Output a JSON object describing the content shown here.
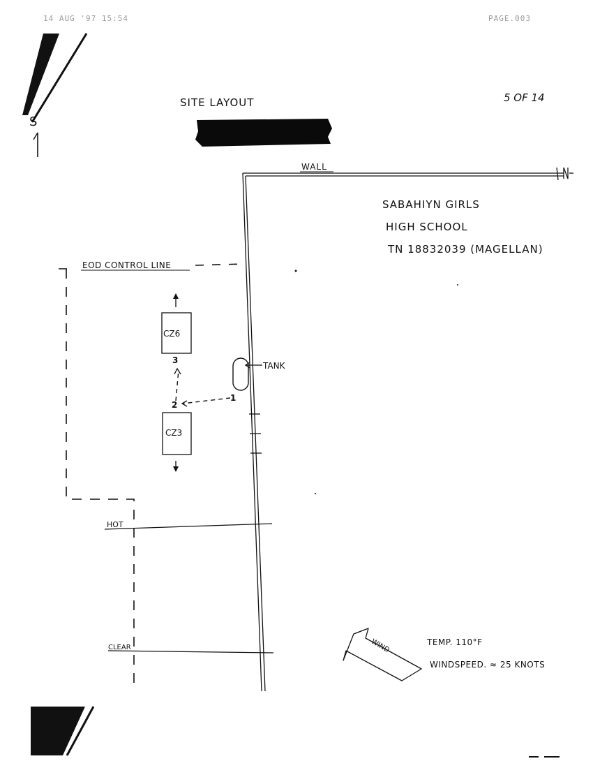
{
  "header": {
    "fax_stamp": "14 AUG '97 15:54",
    "page_stamp": "PAGE.003"
  },
  "title": "SITE LAYOUT",
  "page_count": "5 OF 14",
  "north_marker": "S",
  "labels": {
    "wall": "WALL",
    "site_name_line1": "SABAHIYN GIRLS",
    "site_name_line2": "HIGH SCHOOL",
    "grid_ref": "TN 18832039 (MAGELLAN)",
    "control_line": "EOD CONTROL LINE",
    "tank": "TANK",
    "vehicle_top": "CZ6",
    "vehicle_bottom": "CZ3",
    "point_1": "1",
    "point_2": "2",
    "point_3": "3",
    "hot": "HOT",
    "clear": "CLEAR",
    "wind": "WIND"
  },
  "conditions": {
    "temp": "TEMP. 110°F",
    "windspeed": "WINDSPEED. ≈ 25 KNOTS"
  }
}
